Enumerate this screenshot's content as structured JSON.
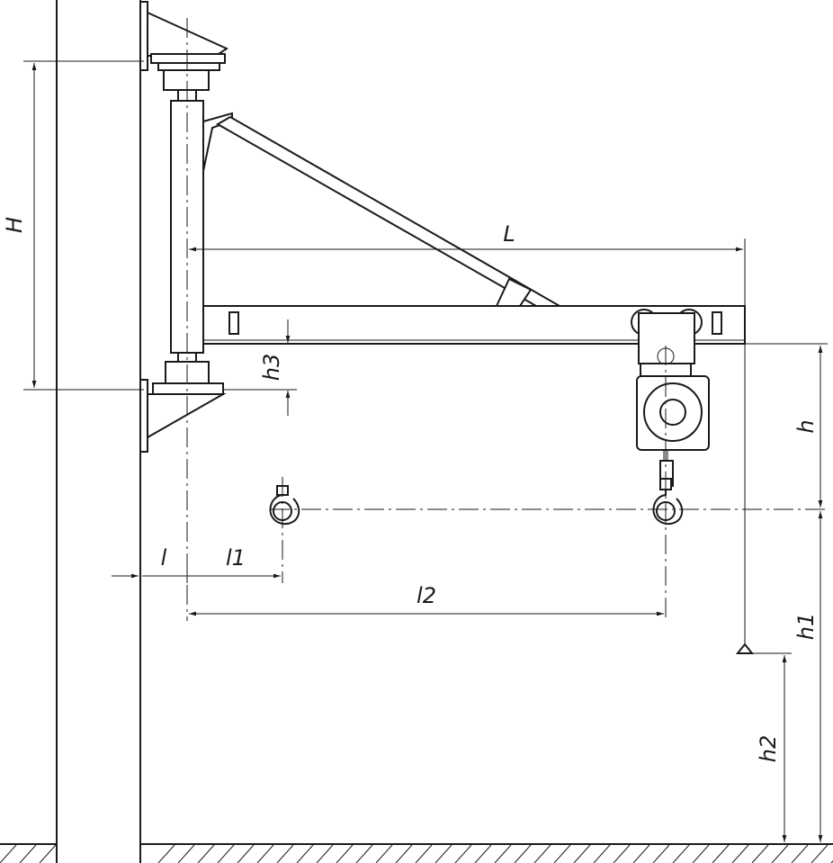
{
  "labels": {
    "H": "H",
    "L": "L",
    "h": "h",
    "h1": "h1",
    "h2": "h2",
    "h3": "h3",
    "l": "l",
    "l1": "l1",
    "l2": "l2"
  },
  "colors": {
    "line": "#1a1a1a",
    "background": "#ffffff"
  }
}
